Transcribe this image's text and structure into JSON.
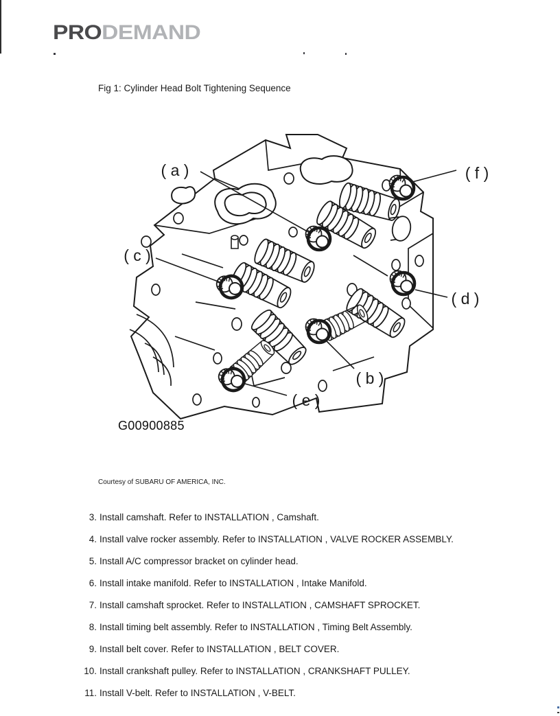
{
  "header": {
    "logo_pro": "PRO",
    "logo_demand": "DEMAND"
  },
  "figure": {
    "caption": "Fig 1: Cylinder Head Bolt Tightening Sequence",
    "graphic_id": "G00900885",
    "courtesy": "Courtesy of SUBARU OF AMERICA, INC.",
    "labels": {
      "a": "( a )",
      "b": "( b )",
      "c": "( c )",
      "d": "( d )",
      "e": "( e )",
      "f": "( f )"
    }
  },
  "steps": [
    {
      "num": "3.",
      "text": "Install camshaft. Refer to INSTALLATION , Camshaft."
    },
    {
      "num": "4.",
      "text": "Install valve rocker assembly. Refer to INSTALLATION , VALVE ROCKER ASSEMBLY."
    },
    {
      "num": "5.",
      "text": "Install A/C compressor bracket on cylinder head."
    },
    {
      "num": "6.",
      "text": "Install intake manifold. Refer to INSTALLATION , Intake Manifold."
    },
    {
      "num": "7.",
      "text": "Install camshaft sprocket. Refer to INSTALLATION , CAMSHAFT SPROCKET."
    },
    {
      "num": "8.",
      "text": "Install timing belt assembly. Refer to INSTALLATION , Timing Belt Assembly."
    },
    {
      "num": "9.",
      "text": "Install belt cover. Refer to INSTALLATION , BELT COVER."
    },
    {
      "num": "10.",
      "text": "Install crankshaft pulley. Refer to INSTALLATION , CRANKSHAFT PULLEY."
    },
    {
      "num": "11.",
      "text": "Install V-belt. Refer to INSTALLATION , V-BELT."
    }
  ],
  "colors": {
    "logo_pro": "#4a4a4c",
    "logo_demand": "#b1b3b6",
    "ink": "#1a1a1a"
  }
}
